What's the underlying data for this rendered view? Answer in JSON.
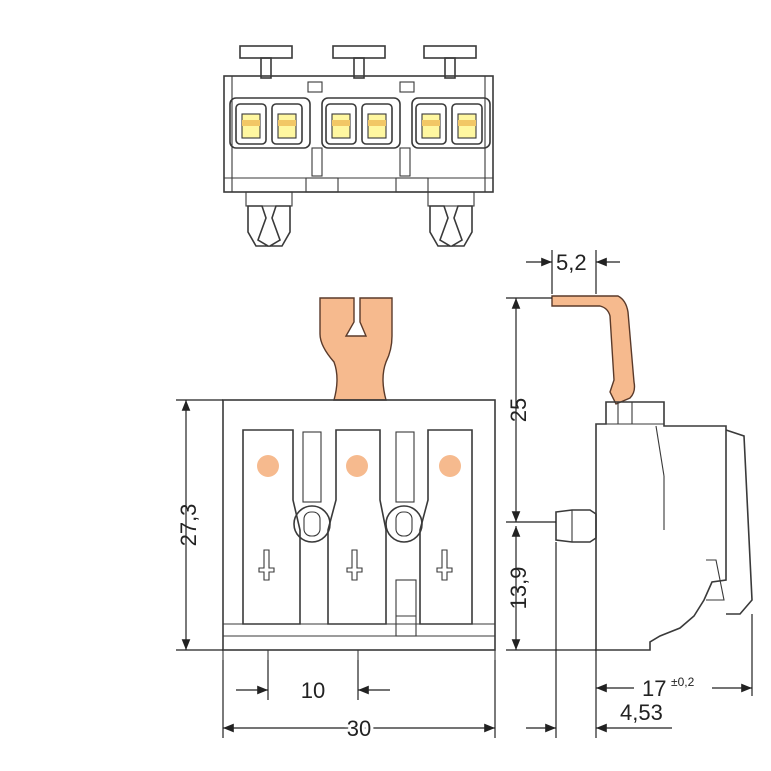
{
  "colors": {
    "lever": "#f6ba8e",
    "lever_stroke": "#5a3a2a",
    "contact": "#fff7a0",
    "contact_shade": "#f2c766",
    "dot": "#f6ba8e",
    "line": "#3a3a3a"
  },
  "dimensions": {
    "d_5_2": "5,2",
    "d_25": "25",
    "d_27_3": "27,3",
    "d_13_9": "13,9",
    "d_10": "10",
    "d_30": "30",
    "d_17": "17",
    "d_17_tol": "±0,2",
    "d_4_53": "4,53"
  }
}
